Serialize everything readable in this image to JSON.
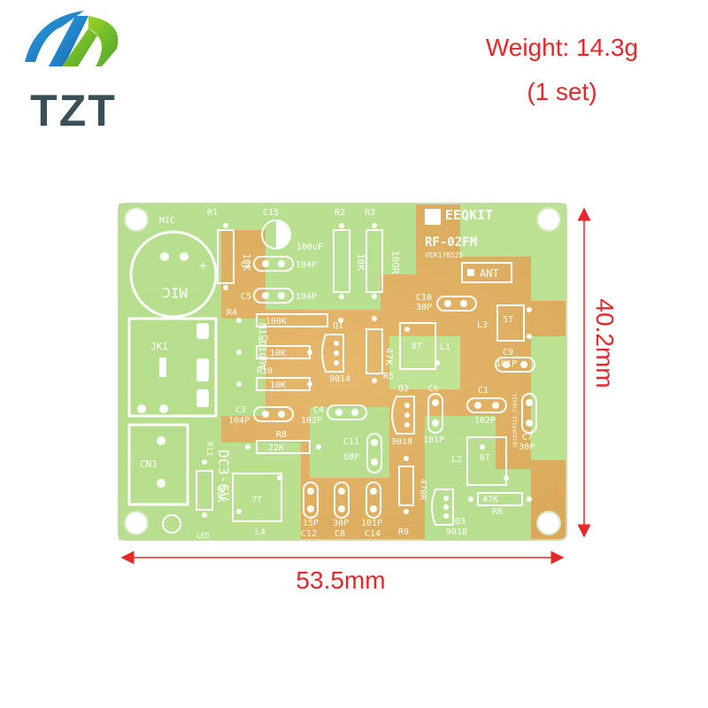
{
  "logo": {
    "text": "TZT"
  },
  "weight": {
    "line1": "Weight: 14.3g",
    "line2": "(1 set)"
  },
  "dimensions": {
    "width": "53.5mm",
    "height": "40.2mm"
  },
  "board": {
    "brand": "EEQKIT",
    "model": "RF-02FM",
    "version": "VER170525",
    "serial": "18122FP212_210331",
    "labels": {
      "mic": "MIC",
      "mic_mirror": "MIC",
      "r1": "R1",
      "r1_val": "10K",
      "c15": "C15",
      "c15_val": "100uF",
      "r2": "R2",
      "r2_val": "10K",
      "r3": "R3",
      "r3_val": "100R",
      "c2": "C2",
      "c2_val": "104P",
      "c5": "C5",
      "c5_val": "104P",
      "ant": "ANT",
      "c10": "C10",
      "c10_val": "30P",
      "r4": "R4",
      "r4_val": "100K",
      "q1": "Q1",
      "q1_type": "9014",
      "l3": "L3",
      "l3_val": "5T",
      "jk1": "JK1",
      "audio_in": "AUDIO IN",
      "r7": "R7",
      "r7_val": "10K",
      "r10": "R10",
      "r10_val": "10K",
      "r5": "R5",
      "r5_val": "47K",
      "l1": "L1",
      "l1_val": "8T",
      "c9": "C9",
      "c9_val": "101P",
      "q2": "Q2",
      "q2_type": "9018",
      "c6": "C6",
      "c6_val": "101P",
      "c1": "C1",
      "c1_val": "102P",
      "c7": "C7",
      "c7_val": "30P",
      "c3": "C3",
      "c3_val": "104P",
      "c4": "C4",
      "c4_val": "102P",
      "r8": "R8",
      "r8_val": "22K",
      "r11": "R11",
      "r11_val": "10K",
      "dc": "DC3-6V",
      "c11": "C11",
      "c11_val": "68P",
      "l2": "L2",
      "l2_val": "8T",
      "cn1": "CN1",
      "r9": "R9",
      "r9_val": "470R",
      "l4": "L4",
      "l4_val": "7T",
      "c12": "C12",
      "c12_val": "15P",
      "c8": "C8",
      "c8_val": "30P",
      "c14": "C14",
      "c14_val": "101P",
      "r6": "R6",
      "r6_val": "47K",
      "q3": "Q3",
      "q3_type": "9018",
      "led": "LED"
    }
  },
  "colors": {
    "accent_red": "#e8272a",
    "board_green": "#b8df8f",
    "board_copper": "#e0b36a",
    "silkscreen": "#ffffff"
  }
}
